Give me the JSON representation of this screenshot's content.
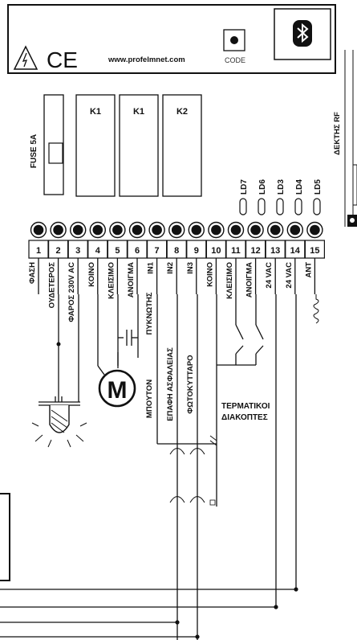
{
  "top_panel": {
    "website": "www.profelmnet.com",
    "code_label": "CODE",
    "ce_mark": "CE",
    "warning_icon": "high-voltage-warning-icon",
    "bluetooth_icon": "bluetooth-icon"
  },
  "fuse_label": "FUSE 5A",
  "relays": [
    "K1",
    "K1",
    "K2"
  ],
  "leds": [
    "LD7",
    "LD6",
    "LD3",
    "LD4",
    "LD5"
  ],
  "rf_receiver_label": "ΔΕΚΤΗΣ RF",
  "terminals": [
    {
      "num": "1",
      "label": "ΦΑΣΗ"
    },
    {
      "num": "2",
      "label": "ΟΥΔΕΤΕΡΟΣ"
    },
    {
      "num": "3",
      "label": "ΦΑΡΟΣ 230V AC"
    },
    {
      "num": "4",
      "label": "ΚΟΙΝΟ"
    },
    {
      "num": "5",
      "label": "ΚΛΕΙΣΙΜΟ"
    },
    {
      "num": "6",
      "label": "ΑΝΟΙΓΜΑ"
    },
    {
      "num": "7",
      "label": "IN1"
    },
    {
      "num": "8",
      "label": "IN2"
    },
    {
      "num": "9",
      "label": "IN3"
    },
    {
      "num": "10",
      "label": "ΚΟΙΝΟ"
    },
    {
      "num": "11",
      "label": "ΚΛΕΙΣΙΜΟ"
    },
    {
      "num": "12",
      "label": "ΑΝΟΙΓΜΑ"
    },
    {
      "num": "13",
      "label": "24 VAC"
    },
    {
      "num": "14",
      "label": "24 VAC"
    },
    {
      "num": "15",
      "label": "ANT"
    }
  ],
  "annotations": {
    "capacitor": "ΠΥΚΝΩΤΗΣ",
    "motor": "M",
    "button": "ΜΠΟΥΤΟΝ",
    "safety_contact": "ΕΠΑΦΗ ΑΣΦΑΛΕΙΑΣ",
    "photocell": "ΦΩΤΟΚΥΤΤΑΡΟ",
    "limit_switches_line1": "ΤΕΡΜΑΤΙΚΟΙ",
    "limit_switches_line2": "ΔΙΑΚΟΠΤΕΣ"
  },
  "colors": {
    "ink": "#111111",
    "background": "#ffffff"
  }
}
